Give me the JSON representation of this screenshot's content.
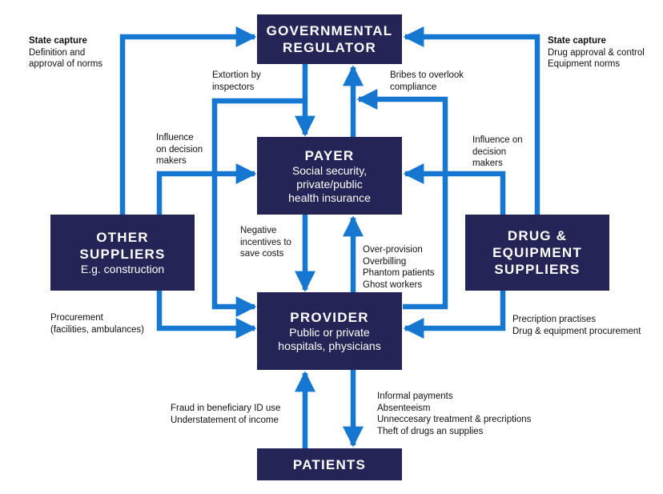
{
  "colors": {
    "box": "#242456",
    "arrow": "#1577cf"
  },
  "boxes": {
    "regulator": {
      "title_1": "GOVERNMENTAL",
      "title_2": "REGULATOR"
    },
    "payer": {
      "title": "PAYER",
      "sub_1": "Social security,",
      "sub_2": "private/public",
      "sub_3": "health insurance"
    },
    "other": {
      "title_1": "OTHER",
      "title_2": "SUPPLIERS",
      "sub": "E.g. construction"
    },
    "drug": {
      "title_1": "DRUG &",
      "title_2": "EQUIPMENT",
      "title_3": "SUPPLIERS"
    },
    "provider": {
      "title": "PROVIDER",
      "sub_1": "Public or private",
      "sub_2": "hospitals, physicians"
    },
    "patients": {
      "title": "PATIENTS"
    }
  },
  "labels": {
    "state_capture_left": {
      "heading": "State capture",
      "l1": "Definition and",
      "l2": "approval of norms"
    },
    "state_capture_right": {
      "heading": "State capture",
      "l1": "Drug approval & control",
      "l2": "Equipment norms"
    },
    "extortion": {
      "l1": "Extortion by",
      "l2": "inspectors"
    },
    "bribes": {
      "l1": "Bribes to overlook",
      "l2": "compliance"
    },
    "influence_left": {
      "l1": "Influence",
      "l2": "on decision",
      "l3": "makers"
    },
    "influence_right": {
      "l1": "Influence on",
      "l2": "decision",
      "l3": "makers"
    },
    "negative": {
      "l1": "Negative",
      "l2": "incentives to",
      "l3": "save costs"
    },
    "overprovision": {
      "l1": "Over-provision",
      "l2": "Overbilling",
      "l3": "Phantom patients",
      "l4": "Ghost workers"
    },
    "procurement": {
      "l1": "Procurement",
      "l2": "(facilities, ambulances)"
    },
    "precription": {
      "l1": "Precription practises",
      "l2": "Drug & equipment procurement"
    },
    "fraud": {
      "l1": "Fraud in beneficiary ID use",
      "l2": "Understatement of income"
    },
    "informal": {
      "l1": "Informal payments",
      "l2": "Absenteeism",
      "l3": "Unneccesary treatment & precriptions",
      "l4": "Theft of drugs an supplies"
    }
  }
}
